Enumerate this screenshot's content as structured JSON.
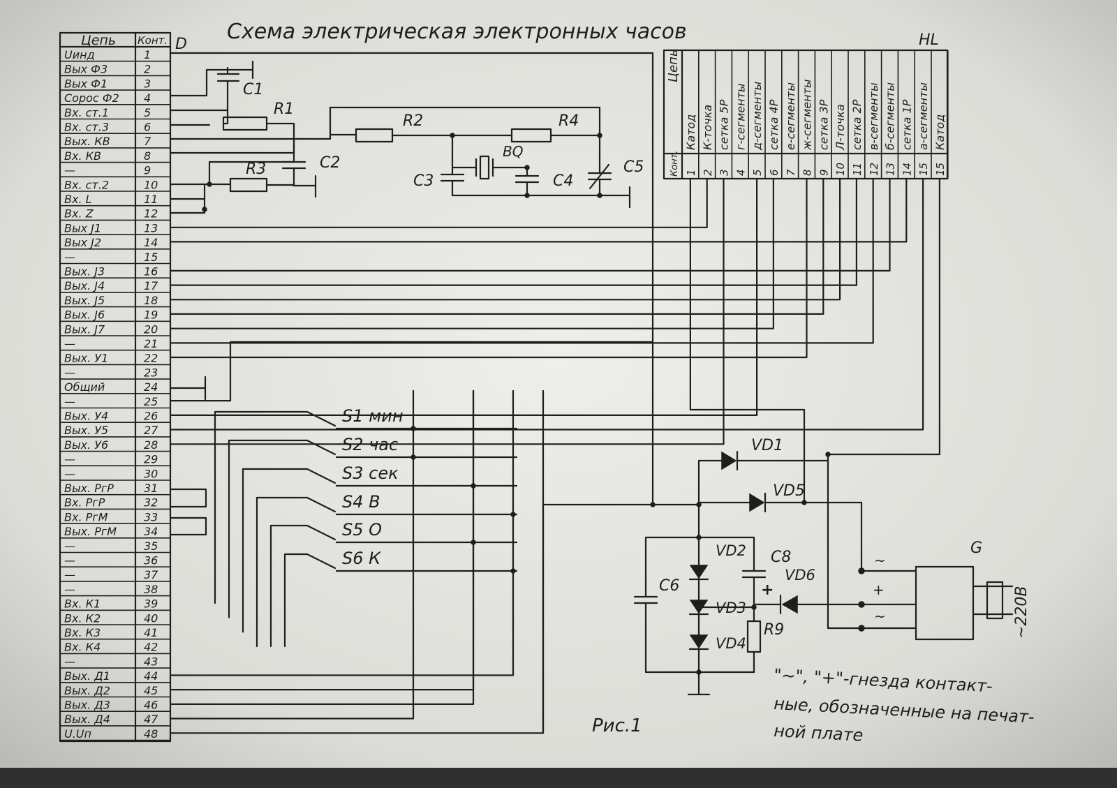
{
  "title": "Схема электрическая электронных часов",
  "figure_label": "Рис.1",
  "footnote": [
    "\"~\", \"+\"-гнезда контакт-",
    "ные, обозначенные на печат-",
    "ной плате"
  ],
  "left_table": {
    "designator": "D",
    "header_circuit": "Цепь",
    "header_contact": "Конт.",
    "rows": [
      {
        "name": "Uинд",
        "num": "1"
      },
      {
        "name": "Вых Ф3",
        "num": "2"
      },
      {
        "name": "Вых Ф1",
        "num": "3"
      },
      {
        "name": "Сорос Ф2",
        "num": "4"
      },
      {
        "name": "Вх. ст.1",
        "num": "5"
      },
      {
        "name": "Вх. ст.3",
        "num": "6"
      },
      {
        "name": "Вых. КВ",
        "num": "7"
      },
      {
        "name": "Вх. КВ",
        "num": "8"
      },
      {
        "name": "—",
        "num": "9"
      },
      {
        "name": "Вх. ст.2",
        "num": "10"
      },
      {
        "name": "Вх. L",
        "num": "11"
      },
      {
        "name": "Вх. Z",
        "num": "12"
      },
      {
        "name": "Вых J1",
        "num": "13"
      },
      {
        "name": "Вых J2",
        "num": "14"
      },
      {
        "name": "—",
        "num": "15"
      },
      {
        "name": "Вых. J3",
        "num": "16"
      },
      {
        "name": "Вых. J4",
        "num": "17"
      },
      {
        "name": "Вых. J5",
        "num": "18"
      },
      {
        "name": "Вых. J6",
        "num": "19"
      },
      {
        "name": "Вых. J7",
        "num": "20"
      },
      {
        "name": "—",
        "num": "21"
      },
      {
        "name": "Вых. У1",
        "num": "22"
      },
      {
        "name": "—",
        "num": "23"
      },
      {
        "name": "Общий",
        "num": "24"
      },
      {
        "name": "—",
        "num": "25"
      },
      {
        "name": "Вых. У4",
        "num": "26"
      },
      {
        "name": "Вых. У5",
        "num": "27"
      },
      {
        "name": "Вых. У6",
        "num": "28"
      },
      {
        "name": "—",
        "num": "29"
      },
      {
        "name": "—",
        "num": "30"
      },
      {
        "name": "Вых. РгР",
        "num": "31"
      },
      {
        "name": "Вх. РгР",
        "num": "32"
      },
      {
        "name": "Вх. РгМ",
        "num": "33"
      },
      {
        "name": "Вых. РгМ",
        "num": "34"
      },
      {
        "name": "—",
        "num": "35"
      },
      {
        "name": "—",
        "num": "36"
      },
      {
        "name": "—",
        "num": "37"
      },
      {
        "name": "—",
        "num": "38"
      },
      {
        "name": "Вх. К1",
        "num": "39"
      },
      {
        "name": "Вх. К2",
        "num": "40"
      },
      {
        "name": "Вх. К3",
        "num": "41"
      },
      {
        "name": "Вх. К4",
        "num": "42"
      },
      {
        "name": "—",
        "num": "43"
      },
      {
        "name": "Вых. Д1",
        "num": "44"
      },
      {
        "name": "Вых. Д2",
        "num": "45"
      },
      {
        "name": "Вых. Д3",
        "num": "46"
      },
      {
        "name": "Вых. Д4",
        "num": "47"
      },
      {
        "name": "U.Uп",
        "num": "48"
      }
    ]
  },
  "right_table": {
    "designator": "HL",
    "header_circuit": "Цепь",
    "header_contact": "Конт.",
    "columns": [
      {
        "name": "Катод",
        "num": "1"
      },
      {
        "name": "К-точка",
        "num": "2"
      },
      {
        "name": "сетка 5Р",
        "num": "3"
      },
      {
        "name": "г-сегменты",
        "num": "4"
      },
      {
        "name": "д-сегменты",
        "num": "5"
      },
      {
        "name": "сетка 4Р",
        "num": "6"
      },
      {
        "name": "е-сегменты",
        "num": "7"
      },
      {
        "name": "ж-сегменты",
        "num": "8"
      },
      {
        "name": "сетка 3Р",
        "num": "9"
      },
      {
        "name": "Л-точка",
        "num": "10"
      },
      {
        "name": "сетка 2Р",
        "num": "11"
      },
      {
        "name": "в-сегменты",
        "num": "12"
      },
      {
        "name": "б-сегменты",
        "num": "13"
      },
      {
        "name": "сетка 1Р",
        "num": "14"
      },
      {
        "name": "а-сегменты",
        "num": "15"
      },
      {
        "name": "Катод",
        "num": "15"
      }
    ]
  },
  "components": {
    "C1": "C1",
    "C2": "C2",
    "C3": "C3",
    "C4": "C4",
    "C5": "C5",
    "C6": "C6",
    "C8": "C8",
    "R1": "R1",
    "R2": "R2",
    "R3": "R3",
    "R4": "R4",
    "R9": "R9",
    "BQ": "BQ",
    "VD1": "VD1",
    "VD2": "VD2",
    "VD3": "VD3",
    "VD4": "VD4",
    "VD5": "VD5",
    "VD6": "VD6",
    "G": "G",
    "mains": "~220В"
  },
  "switches": [
    {
      "ref": "S1",
      "label": "мин"
    },
    {
      "ref": "S2",
      "label": "час"
    },
    {
      "ref": "S3",
      "label": "сек"
    },
    {
      "ref": "S4",
      "label": "В"
    },
    {
      "ref": "S5",
      "label": "О"
    },
    {
      "ref": "S6",
      "label": "К"
    }
  ],
  "terminal_marks": [
    "~",
    "+",
    "~"
  ],
  "polarity_mark": "+"
}
